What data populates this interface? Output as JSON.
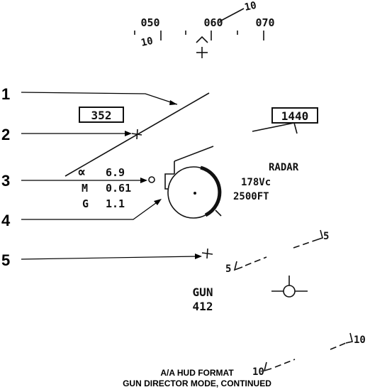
{
  "heading_tape": {
    "left": "050",
    "center": "060",
    "right": "070",
    "bank_left": "10",
    "bank_right": "10"
  },
  "heading_box": "352",
  "altitude_box": "1440",
  "flight_data": {
    "alpha_symbol": "∝",
    "alpha_value": "6.9",
    "mach_label": "M",
    "mach_value": "0.61",
    "g_label": "G",
    "g_value": "1.1"
  },
  "radar": {
    "mode": "RADAR",
    "closure": "178Vc",
    "range": "2500FT"
  },
  "pitch_ladder": {
    "upper_left": "5",
    "upper_right": "5",
    "lower_left": "10",
    "lower_right": "10"
  },
  "weapon": {
    "name": "GUN",
    "rounds": "412"
  },
  "callouts": [
    "1",
    "2",
    "3",
    "4",
    "5"
  ],
  "caption": {
    "line1": "A/A HUD FORMAT",
    "line2": "GUN DIRECTOR MODE, CONTINUED"
  }
}
